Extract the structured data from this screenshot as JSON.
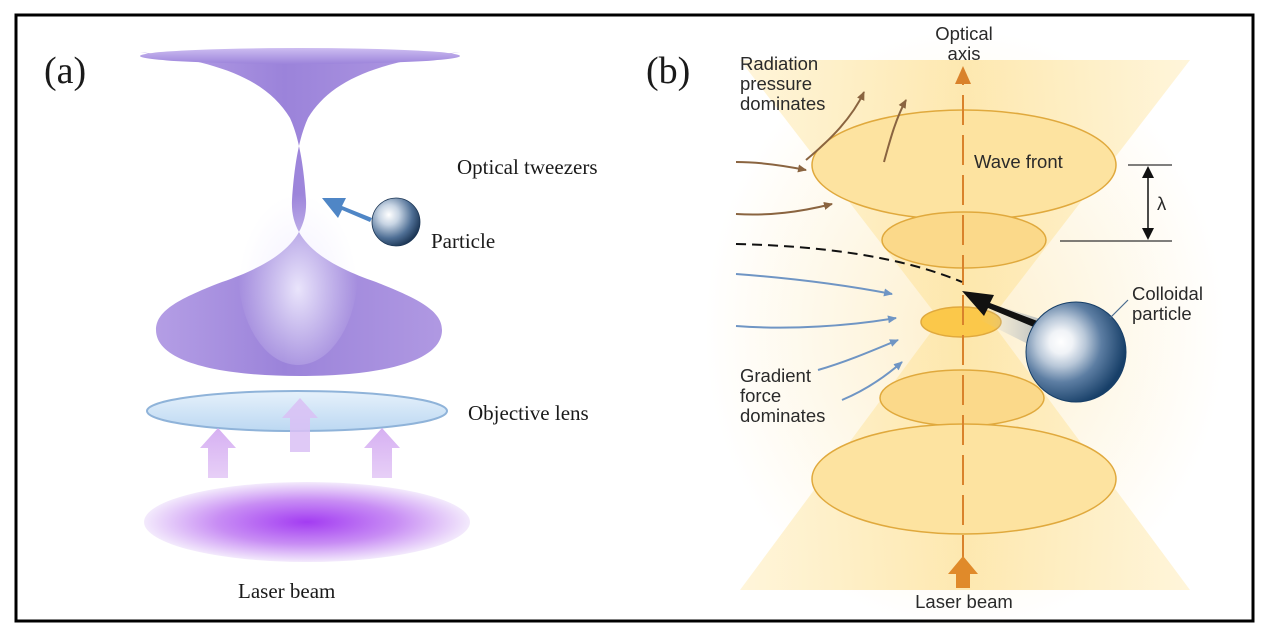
{
  "panel_a": {
    "label": "(a)",
    "labels": {
      "optical_tweezers": "Optical tweezers",
      "particle": "Particle",
      "objective_lens": "Objective lens",
      "laser_beam": "Laser beam"
    }
  },
  "panel_b": {
    "label": "(b)",
    "labels": {
      "optical_axis_line1": "Optical",
      "optical_axis_line2": "axis",
      "radiation_line1": "Radiation",
      "radiation_line2": "pressure",
      "radiation_line3": "dominates",
      "wave_front": "Wave front",
      "wavelength": "λ",
      "colloidal_line1": "Colloidal",
      "colloidal_line2": "particle",
      "gradient_line1": "Gradient",
      "gradient_line2": "force",
      "gradient_line3": "dominates",
      "laser_beam": "Laser beam"
    }
  },
  "colors": {
    "frame": "#000000",
    "beam_purple": "#a98ee0",
    "lens_blue": "#cfe4f7",
    "laser_purple": "#a54ff0",
    "cone_yellow": "#fde3a0",
    "axis_orange": "#d9822b",
    "radiation_arrow": "#8a6440",
    "gradient_arrow": "#6f95c4",
    "particle_blue": "#1e4a78"
  }
}
